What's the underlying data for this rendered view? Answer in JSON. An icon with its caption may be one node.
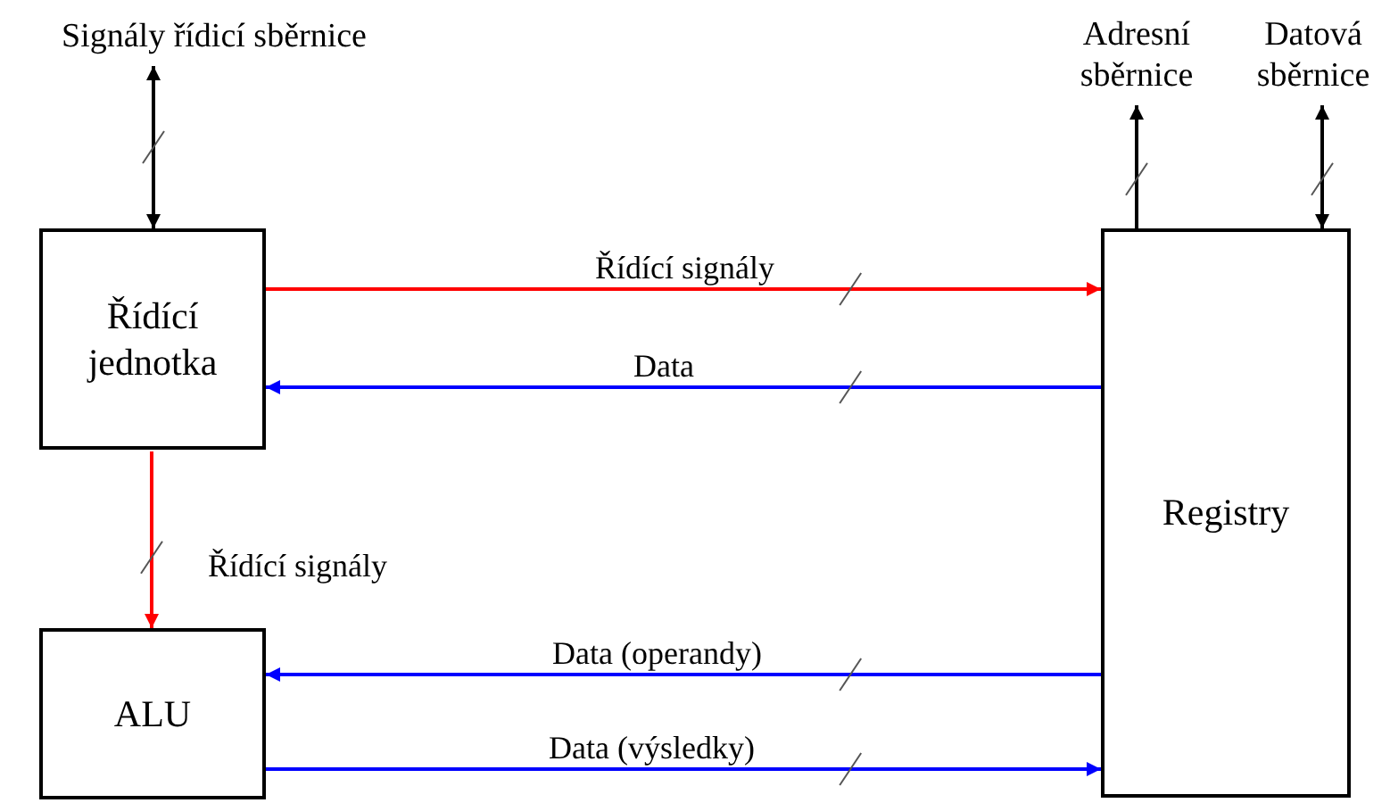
{
  "diagram": {
    "nodes": [
      {
        "text": [
          "Signály řídicí sběrnice"
        ]
      },
      {
        "text": [
          "Řídící jednotka"
        ]
      },
      {
        "text": [
          "ALU"
        ]
      },
      {
        "text": [
          "Registry"
        ]
      },
      {
        "text": [
          "Adresní sběrnice"
        ]
      },
      {
        "text": [
          "Datová sběrnice"
        ]
      }
    ],
    "edges": [
      {
        "from": 0,
        "to": 1,
        "arrow": "both"
      },
      {
        "from": 3,
        "to": 4,
        "arrow": "to"
      },
      {
        "from": 3,
        "to": 5,
        "arrow": "both"
      },
      {
        "from": 1,
        "to": 3,
        "arrow": "to",
        "label": "Řídící signály",
        "color": "#ff0000"
      },
      {
        "from": 3,
        "to": 1,
        "arrow": "to",
        "label": "Data",
        "color": "#0000ff"
      },
      {
        "from": 1,
        "to": 2,
        "arrow": "to",
        "label": "Řídící signály",
        "color": "#ff0000"
      },
      {
        "from": 3,
        "to": 2,
        "arrow": "to",
        "label": "Data (operandy)",
        "color": "#0000ff"
      },
      {
        "from": 2,
        "to": 3,
        "arrow": "to",
        "label": "Data (výsledky)",
        "color": "#0000ff"
      }
    ]
  }
}
